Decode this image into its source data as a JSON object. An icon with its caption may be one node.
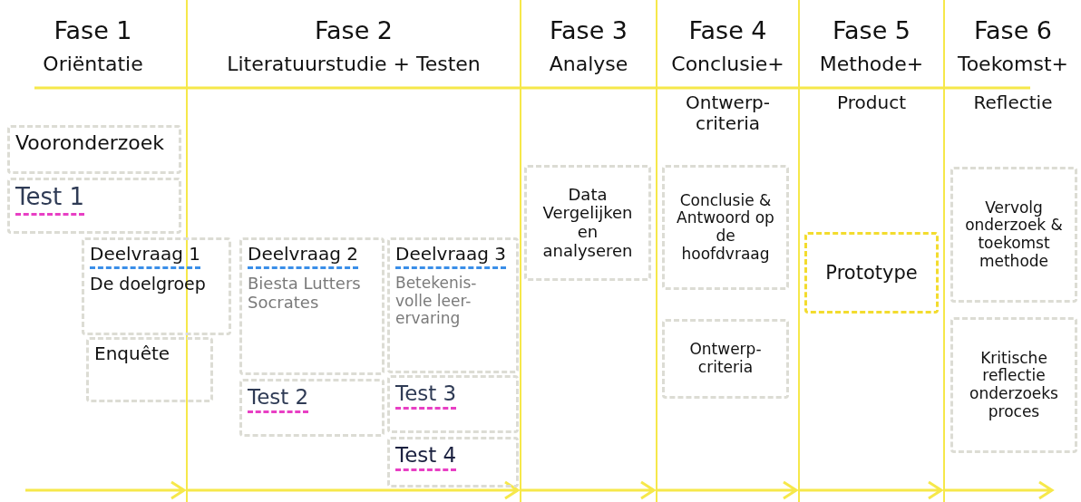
{
  "diagram": {
    "nodes": [
      {
        "text": [
          "Fase 1",
          "Oriëntatie"
        ]
      },
      {
        "text": [
          "Vooronderzoek"
        ],
        "in": 0
      },
      {
        "text": [
          "Test 1"
        ],
        "in": 0
      },
      {
        "text": [
          "Fase 2",
          "Literatuurstudie + Testen"
        ]
      },
      {
        "text": [
          "Deelvraag 1",
          "De doelgroep"
        ]
      },
      {
        "text": [
          "Enquête"
        ]
      },
      {
        "text": [
          "Deelvraag 2",
          "Biesta Lutters Socrates"
        ],
        "in": 3
      },
      {
        "text": [
          "Test 2"
        ],
        "in": 3
      },
      {
        "text": [
          "Deelvraag 3",
          "Betekenis- volle leer- ervaring"
        ],
        "in": 3
      },
      {
        "text": [
          "Test 3"
        ],
        "in": 3
      },
      {
        "text": [
          "Test 4"
        ],
        "in": 3
      },
      {
        "text": [
          "Fase 3",
          "Analyse"
        ]
      },
      {
        "text": [
          "Data Vergelijken en analyseren"
        ],
        "in": 11
      },
      {
        "text": [
          "Fase 4",
          "Conclusie+",
          "Ontwerp- criteria"
        ]
      },
      {
        "text": [
          "Conclusie & Antwoord op de hoofdvraag"
        ],
        "in": 13
      },
      {
        "text": [
          "Ontwerp- criteria"
        ],
        "in": 13
      },
      {
        "text": [
          "Fase 5",
          "Methode+",
          "Product"
        ]
      },
      {
        "text": [
          "Prototype"
        ],
        "in": 16
      },
      {
        "text": [
          "Fase 6",
          "Toekomst+",
          "Reflectie"
        ]
      },
      {
        "text": [
          "Vervolg onderzoek & toekomst methode"
        ],
        "in": 18
      },
      {
        "text": [
          "Kritische reflectie onderzoeks proces"
        ],
        "in": 18
      }
    ]
  }
}
